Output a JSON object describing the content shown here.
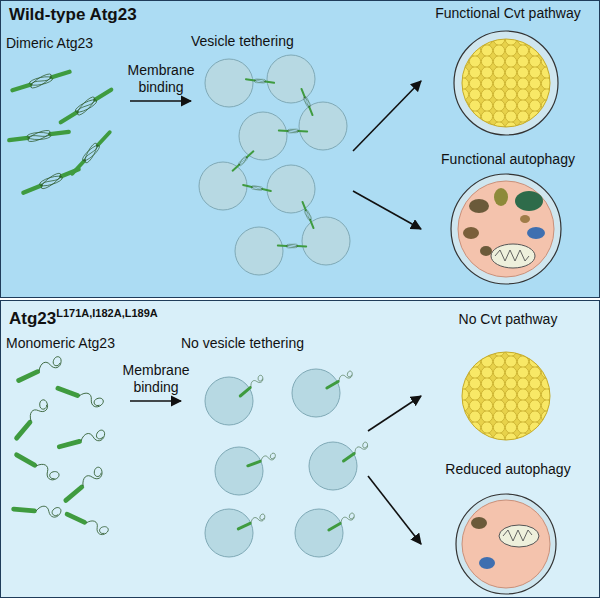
{
  "diagram": {
    "nodes": [
      {
        "text": [
          "Wild-type Atg23"
        ]
      },
      {
        "text": [
          "Dimeric Atg23"
        ],
        "in": 0
      },
      {
        "text": [
          "Vesicle tethering"
        ],
        "in": 0
      },
      {
        "text": [
          "Functional Cvt pathway"
        ],
        "in": 0
      },
      {
        "text": [
          "Functional autophagy"
        ],
        "in": 0
      },
      {
        "text": [
          "Atg23",
          "L171A,I182A,L189A"
        ]
      },
      {
        "text": [
          "Monomeric Atg23"
        ],
        "in": 5
      },
      {
        "text": [
          "No vesicle tethering"
        ],
        "in": 5
      },
      {
        "text": [
          "No Cvt pathway"
        ],
        "in": 5
      },
      {
        "text": [
          "Reduced autophagy"
        ],
        "in": 5
      }
    ],
    "edges": [
      {
        "from": 1,
        "to": 2,
        "label": "Membrane binding",
        "arrow": "to"
      },
      {
        "from": 2,
        "to": 3,
        "arrow": "to"
      },
      {
        "from": 2,
        "to": 4,
        "arrow": "to"
      },
      {
        "from": 6,
        "to": 7,
        "label": "Membrane binding",
        "arrow": "to"
      },
      {
        "from": 7,
        "to": 8,
        "arrow": "to"
      },
      {
        "from": 7,
        "to": 9,
        "arrow": "to"
      }
    ]
  }
}
